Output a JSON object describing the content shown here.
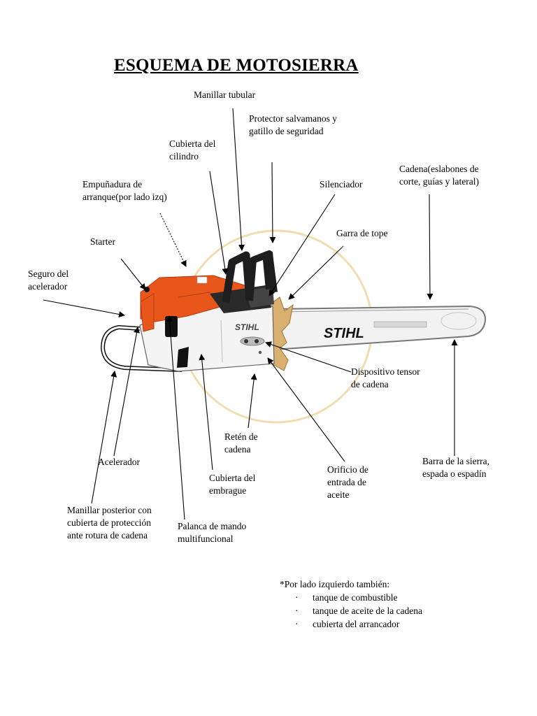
{
  "title": "ESQUEMA DE MOTOSIERRA",
  "labels": {
    "manillar_tubular": "Manillar tubular",
    "protector": "Protector salvamanos y\ngatillo de seguridad",
    "cubierta_cilindro": "Cubierta del\ncilindro",
    "cadena": "Cadena(eslabones de\ncorte, guías y lateral)",
    "empunadura": "Empuñadura de\narranque(por lado izq)",
    "silenciador": "Silenciador",
    "garra": "Garra de tope",
    "starter": "Starter",
    "seguro": "Seguro del\nacelerador",
    "dispositivo": "Dispositivo tensor\nde cadena",
    "reten": "Retén de\ncadena",
    "acelerador": "Acelerador",
    "orificio": "Orificio de\nentrada de\naceite",
    "barra": "Barra de la sierra,\nespada o espadín",
    "cubierta_embrague": "Cubierta del\nembrague",
    "manillar_posterior": "Manillar posterior con\ncubierta de protección\nante rotura de cadena",
    "palanca": "Palanca de mando\nmultifuncional"
  },
  "brand": "STIHL",
  "bar_brand": "STIHL",
  "note": {
    "heading": "*Por lado izquierdo también:",
    "bullet_symbol": "·",
    "items": [
      "tanque de combustible",
      "tanque de aceite de la cadena",
      "cubierta del arrancador"
    ]
  },
  "colors": {
    "body_orange": "#e8561b",
    "body_white": "#f4f4f4",
    "handle_black": "#1e1e1e",
    "bar_light": "#f2f2f2",
    "circle": "#f0dcb0",
    "bumper_tan": "#d9b070"
  }
}
